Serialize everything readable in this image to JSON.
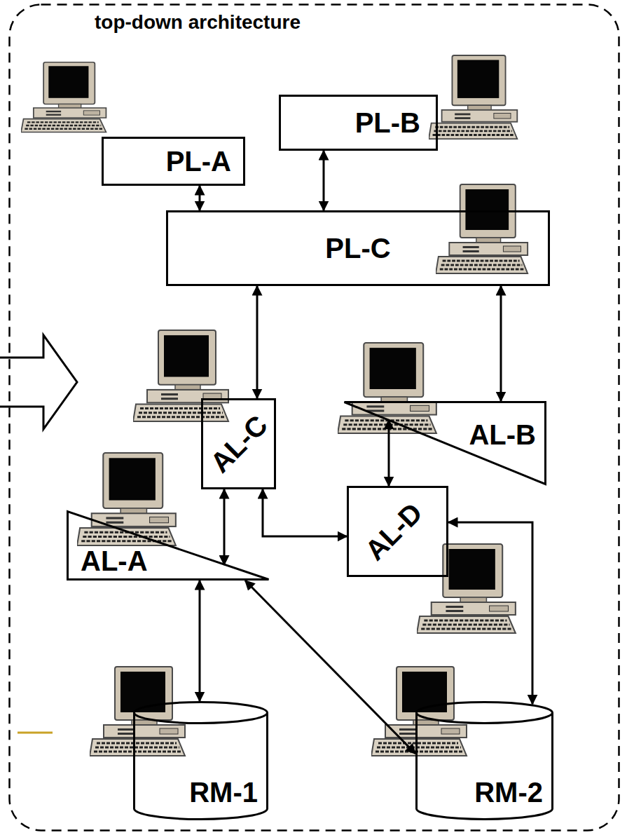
{
  "diagram": {
    "nodes": [
      {
        "text": [
          "top-down architecture"
        ]
      },
      {
        "text": [
          "PL-A"
        ],
        "in": 0
      },
      {
        "text": [
          "PL-B"
        ],
        "in": 0
      },
      {
        "text": [
          "PL-C"
        ],
        "in": 0
      },
      {
        "text": [
          "AL-C"
        ],
        "in": 0
      },
      {
        "text": [
          "AL-B"
        ],
        "in": 0
      },
      {
        "text": [
          "AL-D"
        ],
        "in": 0
      },
      {
        "text": [
          "AL-A"
        ],
        "in": 0
      },
      {
        "text": [
          "RM-1"
        ],
        "in": 0
      },
      {
        "text": [
          "RM-2"
        ],
        "in": 0
      }
    ],
    "edges": [
      {
        "from": 1,
        "to": 3,
        "arrow": "both"
      },
      {
        "from": 2,
        "to": 3,
        "arrow": "both"
      },
      {
        "from": 3,
        "to": 4,
        "arrow": "both"
      },
      {
        "from": 3,
        "to": 5,
        "arrow": "both"
      },
      {
        "from": 4,
        "to": 7,
        "arrow": "both"
      },
      {
        "from": 4,
        "to": 6,
        "arrow": "both"
      },
      {
        "from": 5,
        "to": 6,
        "arrow": "both"
      },
      {
        "from": 7,
        "to": 8,
        "arrow": "both"
      },
      {
        "from": 7,
        "to": 9,
        "arrow": "both"
      },
      {
        "from": 6,
        "to": 9,
        "arrow": "both"
      }
    ]
  }
}
